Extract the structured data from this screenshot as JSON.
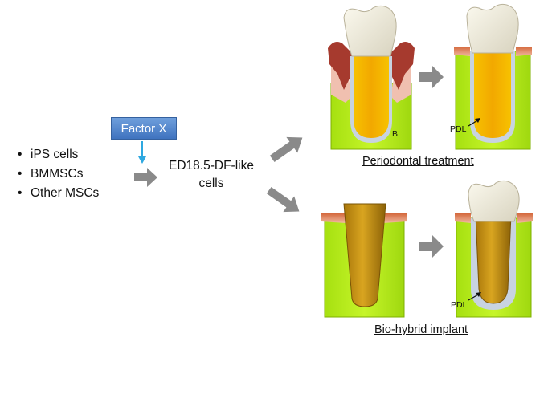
{
  "sources": {
    "items": [
      {
        "label": "iPS cells"
      },
      {
        "label": "BMMSCs"
      },
      {
        "label": "Other MSCs"
      }
    ]
  },
  "factor": {
    "label": "Factor X"
  },
  "intermediate": {
    "label": "ED18.5-DF-like cells"
  },
  "outcomes": {
    "top": {
      "caption": "Periodontal treatment",
      "marker_b": "B",
      "marker_pdl": "PDL"
    },
    "bottom": {
      "caption": "Bio-hybrid implant",
      "marker_pdl": "PDL"
    }
  },
  "colors": {
    "bone": "#b8f018",
    "enamel": "#f2efe0",
    "gum": "#e8a98e",
    "pulp": "#f5b700",
    "inflamed": "#a63a2e",
    "pdl": "#c8d3e0",
    "implant": "#b8860b",
    "arrow": "#8a8a8a",
    "factor_box": "#4f84cc",
    "factor_arrow": "#2ea8e0"
  }
}
